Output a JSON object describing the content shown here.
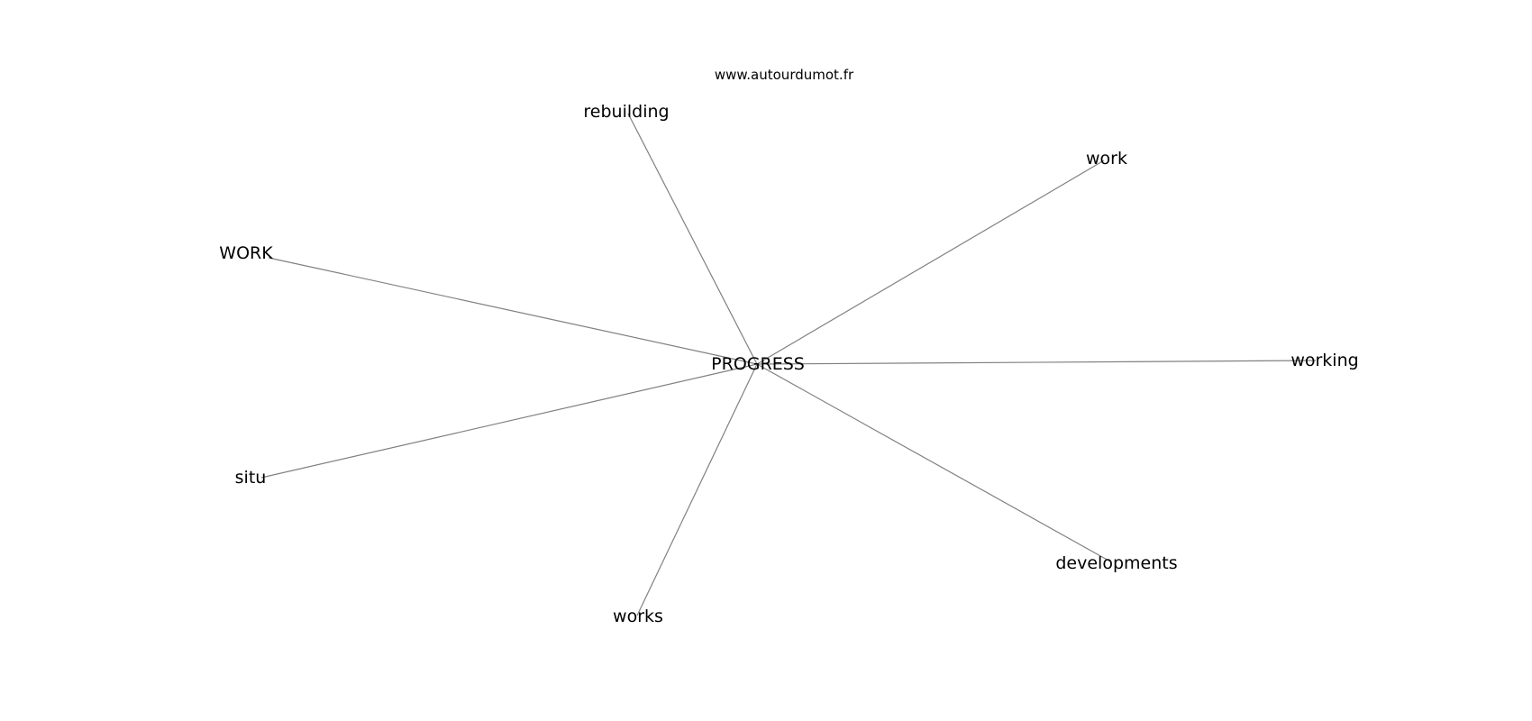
{
  "source": "www.autourdumot.fr",
  "graph": {
    "center": {
      "id": "progress",
      "label": "PROGRESS"
    },
    "nodes": [
      {
        "id": "rebuilding",
        "label": "rebuilding"
      },
      {
        "id": "work-lower",
        "label": "work"
      },
      {
        "id": "work-upper",
        "label": "WORK"
      },
      {
        "id": "working",
        "label": "working"
      },
      {
        "id": "situ",
        "label": "situ"
      },
      {
        "id": "developments",
        "label": "developments"
      },
      {
        "id": "works",
        "label": "works"
      }
    ]
  }
}
